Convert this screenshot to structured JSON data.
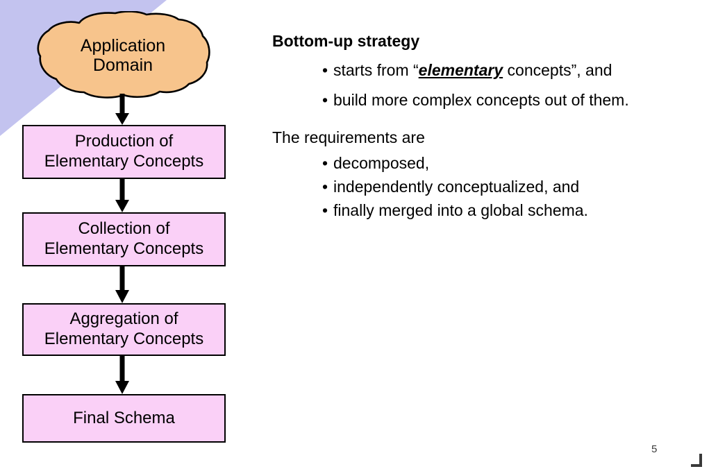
{
  "slide": {
    "page_number": "5",
    "background_color": "#ffffff",
    "accent_triangle_color": "#C3C3EF",
    "cloud_fill_color": "#F7C48C",
    "box_fill_color": "#FAD0F7",
    "outline_color": "#000000"
  },
  "flowchart": {
    "cloud": {
      "name": "application-domain",
      "line1": "Application",
      "line2": "Domain"
    },
    "boxes": [
      {
        "name": "production",
        "line1": "Production of",
        "line2": "Elementary Concepts"
      },
      {
        "name": "collection",
        "line1": "Collection of",
        "line2": "Elementary Concepts"
      },
      {
        "name": "aggregation",
        "line1": "Aggregation of",
        "line2": "Elementary Concepts"
      },
      {
        "name": "final",
        "line1": "Final Schema",
        "line2": ""
      }
    ],
    "arrows": [
      {
        "name": "arrow-domain-to-production"
      },
      {
        "name": "arrow-production-to-collection"
      },
      {
        "name": "arrow-collection-to-aggregation"
      },
      {
        "name": "arrow-aggregation-to-final"
      }
    ]
  },
  "text_column": {
    "heading": "Bottom-up strategy",
    "strategy_bullets": [
      {
        "pre": "starts from “",
        "emphasis": "elementary",
        "post": " concepts”, and"
      },
      {
        "pre": "build more complex concepts out of them.",
        "emphasis": "",
        "post": ""
      }
    ],
    "requirements_intro": "The requirements are",
    "requirements_bullets": [
      "decomposed,",
      "independently conceptualized, and",
      "finally merged into a global schema."
    ]
  }
}
